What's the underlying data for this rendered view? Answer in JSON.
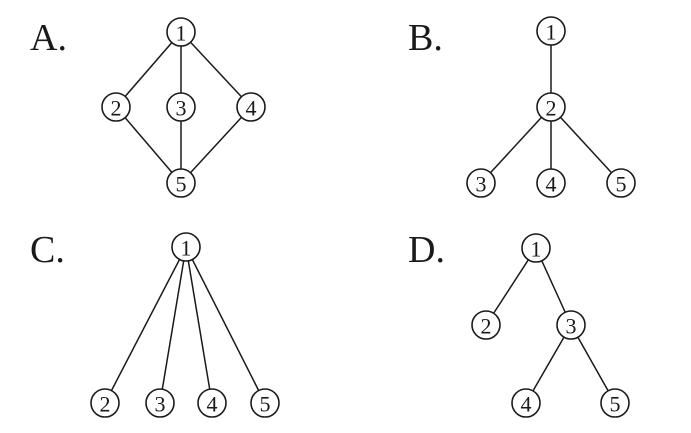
{
  "diagram": {
    "panels": [
      {
        "letter": "A.",
        "nodes": [
          "1",
          "2",
          "3",
          "4",
          "5"
        ],
        "edges": [
          [
            "1",
            "2"
          ],
          [
            "1",
            "3"
          ],
          [
            "1",
            "4"
          ],
          [
            "2",
            "5"
          ],
          [
            "3",
            "5"
          ],
          [
            "4",
            "5"
          ]
        ]
      },
      {
        "letter": "B.",
        "nodes": [
          "1",
          "2",
          "3",
          "4",
          "5"
        ],
        "edges": [
          [
            "1",
            "2"
          ],
          [
            "2",
            "3"
          ],
          [
            "2",
            "4"
          ],
          [
            "2",
            "5"
          ]
        ]
      },
      {
        "letter": "C.",
        "nodes": [
          "1",
          "2",
          "3",
          "4",
          "5"
        ],
        "edges": [
          [
            "1",
            "2"
          ],
          [
            "1",
            "3"
          ],
          [
            "1",
            "4"
          ],
          [
            "1",
            "5"
          ]
        ]
      },
      {
        "letter": "D.",
        "nodes": [
          "1",
          "2",
          "3",
          "4",
          "5"
        ],
        "edges": [
          [
            "1",
            "2"
          ],
          [
            "1",
            "3"
          ],
          [
            "3",
            "4"
          ],
          [
            "3",
            "5"
          ]
        ]
      }
    ]
  }
}
